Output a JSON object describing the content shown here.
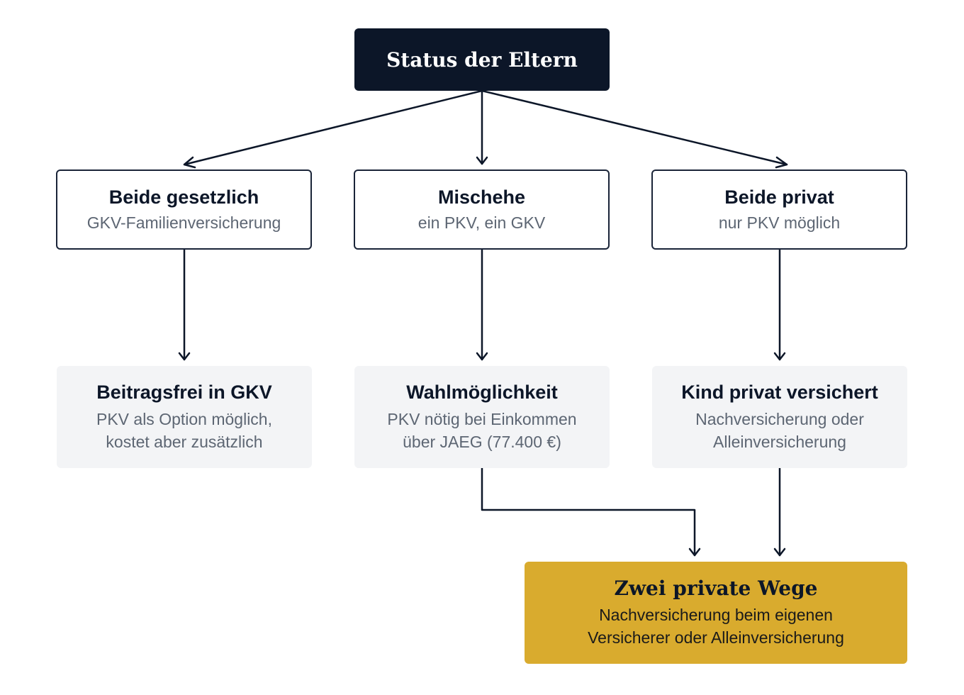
{
  "root": {
    "title": "Status der Eltern"
  },
  "categories": [
    {
      "title": "Beide gesetzlich",
      "subtitle": "GKV-Familienversicherung"
    },
    {
      "title": "Mischehe",
      "subtitle": "ein PKV, ein GKV"
    },
    {
      "title": "Beide privat",
      "subtitle": "nur PKV möglich"
    }
  ],
  "outcomes": [
    {
      "title": "Beitragsfrei in GKV",
      "subtitle": "PKV als Option möglich,\nkostet aber zusätzlich"
    },
    {
      "title": "Wahlmöglichkeit",
      "subtitle": "PKV nötig bei Einkommen\nüber JAEG (77.400 €)"
    },
    {
      "title": "Kind privat versichert",
      "subtitle": "Nachversicherung oder\nAlleinversicherung"
    }
  ],
  "final": {
    "title": "Zwei private Wege",
    "subtitle": "Nachversicherung beim eigenen\nVersicherer oder Alleinversicherung"
  },
  "colors": {
    "dark": "#0c1628",
    "accent": "#d9ab2e",
    "card": "#f3f4f6",
    "muted_text": "#5d6673"
  }
}
